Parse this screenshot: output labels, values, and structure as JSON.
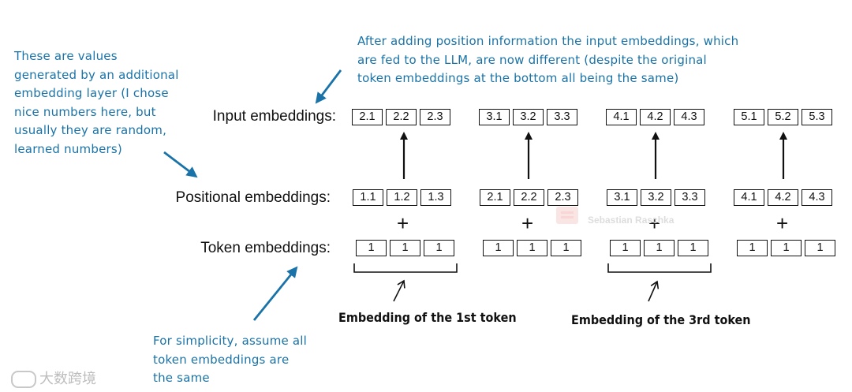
{
  "notes": {
    "top": [
      "After adding position information the input embeddings, which",
      "are fed to the LLM, are now different (despite the original",
      "token embeddings at the bottom all being the same)"
    ],
    "left": [
      "These are values",
      "generated by an additional",
      "embedding layer (I chose",
      "nice numbers here, but",
      "usually they are random,",
      "learned numbers)"
    ],
    "bottom": [
      "For simplicity, assume all",
      "token embeddings are",
      "the same"
    ],
    "color": "#1a73a8"
  },
  "rows": {
    "input_label": "Input embeddings:",
    "positional_label": "Positional embeddings:",
    "token_label": "Token embeddings:"
  },
  "tokens": [
    {
      "input": [
        "2.1",
        "2.2",
        "2.3"
      ],
      "positional": [
        "1.1",
        "1.2",
        "1.3"
      ],
      "token": [
        "1",
        "1",
        "1"
      ]
    },
    {
      "input": [
        "3.1",
        "3.2",
        "3.3"
      ],
      "positional": [
        "2.1",
        "2.2",
        "2.3"
      ],
      "token": [
        "1",
        "1",
        "1"
      ]
    },
    {
      "input": [
        "4.1",
        "4.2",
        "4.3"
      ],
      "positional": [
        "3.1",
        "3.2",
        "3.3"
      ],
      "token": [
        "1",
        "1",
        "1"
      ]
    },
    {
      "input": [
        "5.1",
        "5.2",
        "5.3"
      ],
      "positional": [
        "4.1",
        "4.2",
        "4.3"
      ],
      "token": [
        "1",
        "1",
        "1"
      ]
    }
  ],
  "plus_symbol": "+",
  "captions": {
    "first": "Embedding of the 1st token",
    "third": "Embedding of the 3rd token"
  },
  "watermark": "Sebastian Raschka",
  "corner_watermark": "大数跨境"
}
